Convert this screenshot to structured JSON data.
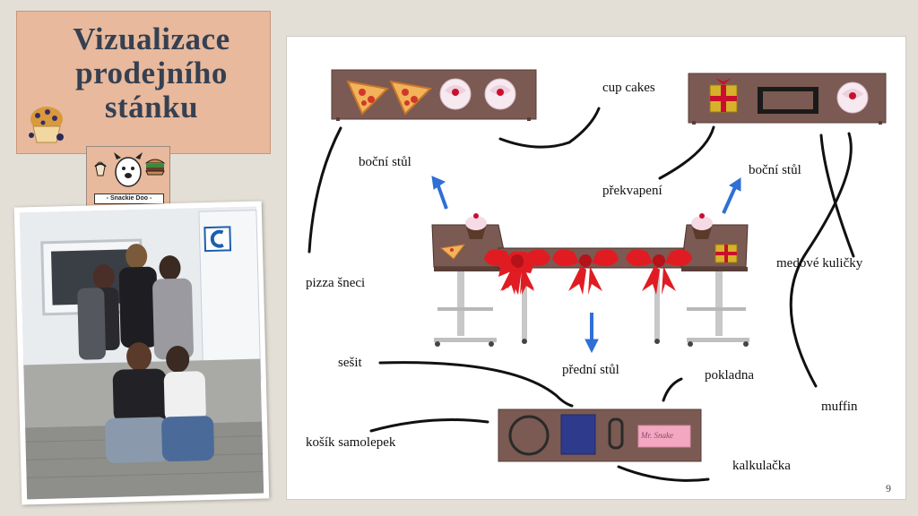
{
  "title": {
    "lines": [
      "Vizualizace",
      "prodejního",
      "stánku"
    ]
  },
  "logo": {
    "label": "- Snackie Doo -",
    "icon": "dog-cupcake-burger-icon"
  },
  "photo": {
    "icon": "group-photo"
  },
  "labels": {
    "cup_cakes": "cup cakes",
    "bocni_stul_left": "boční stůl",
    "bocni_stul_right": "boční stůl",
    "prekvapeni": "překvapení",
    "pizza_sneci": "pizza šneci",
    "medove_kulicky": "medové kuličky",
    "predni_stul": "přední stůl",
    "sesit": "sešit",
    "pokladna": "pokladna",
    "muffin": "muffin",
    "kosik_samolepek": "košík samolepek",
    "kalkulacka": "kalkulačka"
  },
  "pink_card_text": "Mr. Snake",
  "page_number": "9",
  "colors": {
    "table_brown": "#7a5a52",
    "title_bg": "#e8b99c",
    "title_text": "#354052",
    "arrow_blue": "#2f6fd6",
    "bow_red": "#e01c22"
  }
}
